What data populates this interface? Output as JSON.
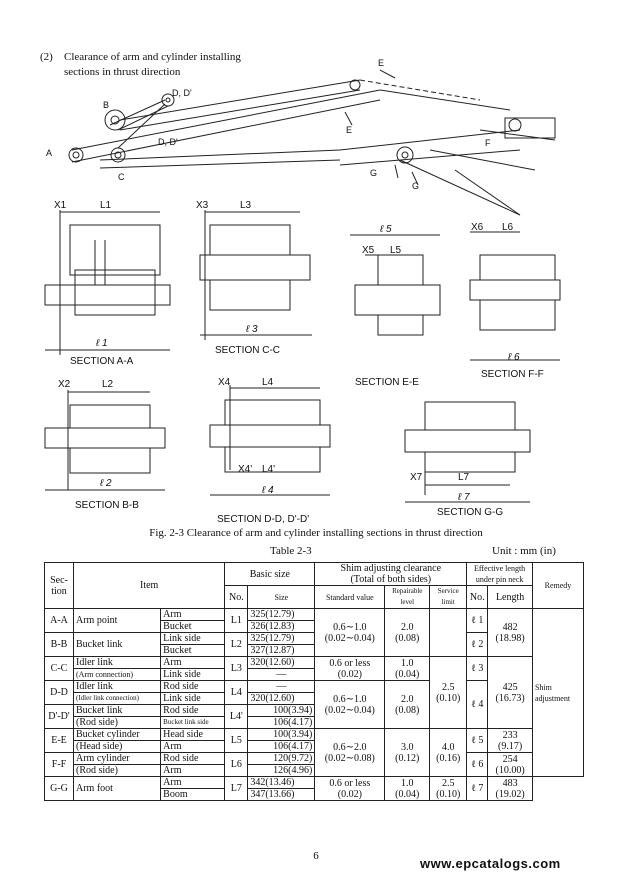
{
  "heading": {
    "number": "(2)",
    "line1": "Clearance of arm and cylinder installing",
    "line2": "sections in thrust direction"
  },
  "diagram_labels": {
    "A": "A",
    "B": "B",
    "C": "C",
    "DD1": "D, D'",
    "DD2": "D, D'",
    "E": "E",
    "F": "F",
    "G": "G",
    "X1": "X1",
    "L1": "L1",
    "l1": "ℓ 1",
    "secA": "SECTION  A-A",
    "X3": "X3",
    "L3": "L3",
    "l3": "ℓ 3",
    "secC": "SECTION  C-C",
    "l5": "ℓ 5",
    "X5": "X5",
    "L5": "L5",
    "secE": "SECTION  E-E",
    "X6": "X6",
    "L6": "L6",
    "l6": "ℓ 6",
    "secF": "SECTION  F-F",
    "X2": "X2",
    "L2": "L2",
    "l2": "ℓ 2",
    "secB": "SECTION  B-B",
    "X4": "X4",
    "L4": "L4",
    "X4p": "X4'",
    "L4p": "L4'",
    "l4": "ℓ 4",
    "secD": "SECTION  D-D, D'-D'",
    "X7": "X7",
    "L7": "L7",
    "l7": "ℓ 7",
    "secG": "SECTION  G-G"
  },
  "figure_caption": "Fig. 2-3   Clearance of arm and cylinder installing sections in thrust direction",
  "table": {
    "title": "Table 2-3",
    "unit": "Unit : mm (in)",
    "headers": {
      "section": "Sec-\ntion",
      "item": "Item",
      "basic_size": "Basic size",
      "no": "No.",
      "size": "Size",
      "shim": "Shim adjusting clearance\n(Total of both sides)",
      "standard": "Standard value",
      "repairable": "Repairable\nlevel",
      "service": "Service\nlimit",
      "eff": "Effective length\nunder pin neck",
      "eff_no": "No.",
      "length": "Length",
      "remedy": "Remedy"
    },
    "rows": {
      "aa": {
        "sec": "A-A",
        "item": "Arm point",
        "p1": "Arm",
        "p2": "Bucket",
        "no": "L1",
        "s1": "325(12.79)",
        "s2": "326(12.83)",
        "lno": "ℓ 1"
      },
      "bb": {
        "sec": "B-B",
        "item": "Bucket link",
        "p1": "Link side",
        "p2": "Bucket",
        "no": "L2",
        "s1": "325(12.79)",
        "s2": "327(12.87)",
        "lno": "ℓ 2"
      },
      "ab_std": "0.6∼1.0\n(0.02∼0.04)",
      "ab_rep": "2.0\n(0.08)",
      "ab_len": "482\n(18.98)",
      "cc": {
        "sec": "C-C",
        "item1": "Idler link",
        "item2": "(Arm connection)",
        "p1": "Arm",
        "p2": "Link side",
        "no": "L3",
        "s1": "320(12.60)",
        "s2": "—",
        "std": "0.6 or less\n(0.02)",
        "rep": "1.0\n(0.04)",
        "lno": "ℓ 3"
      },
      "svc_mid": "2.5\n(0.10)",
      "dd": {
        "sec": "D-D",
        "item1": "Idler link",
        "item2": "(Idler link connection)",
        "p1": "Rod side",
        "p2": "Link side",
        "no": "L4",
        "s1": "—",
        "s2": "320(12.60)",
        "lno": "ℓ 4"
      },
      "dd2": {
        "sec": "D'-D'",
        "item1": "Bucket link",
        "item2": "(Rod side)",
        "p1": "Rod side",
        "p2": "Bucket link side",
        "no": "L4'",
        "s1": "100(3.94)",
        "s2": "106(4.17)"
      },
      "d_std": "0.6∼1.0\n(0.02∼0.04)",
      "d_rep": "2.0\n(0.08)",
      "cd_len": "425\n(16.73)",
      "remedy": "Shim\nadjustment",
      "ee": {
        "sec": "E-E",
        "item1": "Bucket cylinder",
        "item2": "(Head side)",
        "p1": "Head side",
        "p2": "Arm",
        "no": "L5",
        "s1": "100(3.94)",
        "s2": "106(4.17)",
        "lno": "ℓ 5",
        "len": "233\n(9.17)"
      },
      "ff": {
        "sec": "F-F",
        "item1": "Arm cylinder",
        "item2": "(Rod side)",
        "p1": "Rod side",
        "p2": "Arm",
        "no": "L6",
        "s1": "120(9.72)",
        "s2": "126(4.96)",
        "lno": "ℓ 6",
        "len": "254\n(10.00)"
      },
      "ef_std": "0.6∼2.0\n(0.02∼0.08)",
      "ef_rep": "3.0\n(0.12)",
      "ef_svc": "4.0\n(0.16)",
      "gg": {
        "sec": "G-G",
        "item": "Arm foot",
        "p1": "Arm",
        "p2": "Boom",
        "no": "L7",
        "s1": "342(13.46)",
        "s2": "347(13.66)",
        "std": "0.6 or less\n(0.02)",
        "rep": "1.0\n(0.04)",
        "svc": "2.5\n(0.10)",
        "lno": "ℓ 7",
        "len": "483\n(19.02)"
      }
    }
  },
  "page_number": "6",
  "watermark": "www.epcatalogs.com"
}
